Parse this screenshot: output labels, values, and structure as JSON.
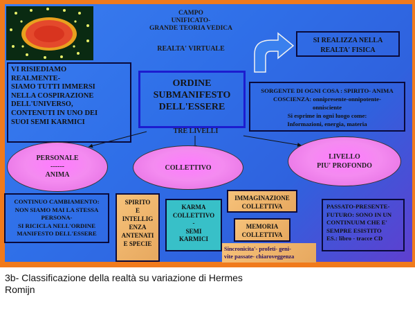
{
  "title": {
    "line1": "CAMPO",
    "line2": "UNIFICATO-",
    "line3": "GRANDE TEORIA VEDICA"
  },
  "virtual": "REALTA' VIRTUALE",
  "physical": {
    "line1": "SI REALIZZA NELLA",
    "line2": "REALTA' FISICA"
  },
  "left_box": {
    "line1": "VI RISIEDIAMO",
    "line2": "REALMENTE-",
    "line3": "SIAMO TUTTI IMMERSI",
    "line4": "NELLA COSPIRAZIONE",
    "line5": "DELL'UNIVERSO,",
    "line6": "CONTENUTI IN UNO DEI",
    "line7": "SUOI SEMI KARMICI"
  },
  "center_box": {
    "line1": "ORDINE",
    "line2": "SUBMANIFESTO",
    "line3": "DELL'ESSERE"
  },
  "source_box": {
    "line1": "SORGENTE DI OGNI COSA : SPIRITO- ANIMA",
    "line2": "COSCIENZA: onnipresente-onnipotente-",
    "line3": "onnisciente",
    "line4": "Si esprime in ogni luogo come:",
    "line5": "Informazioni, energia, materia"
  },
  "three_levels": "TRE LIVELLI",
  "ellipses": {
    "personal": {
      "line1": "PERSONALE",
      "line2": "------",
      "line3": "ANIMA"
    },
    "collective": "COLLETTIVO",
    "deep": {
      "line1": "LIVELLO",
      "line2": "PIU'  PROFONDO"
    }
  },
  "change_box": {
    "line1": "CONTINUO CAMBIAMENTO:",
    "line2": "NON SIAMO MAI LA STESSA",
    "line3": "PERSONA-",
    "line4": "SI  RICICLA NELL'ORDINE",
    "line5": "MANIFESTO DELL'ESSERE"
  },
  "spirit_box": {
    "line1": "SPIRITO",
    "line2": "E",
    "line3": "INTELLIG",
    "line4": "ENZA",
    "line5": "ANTENATI",
    "line6": "E SPECIE"
  },
  "karma_box": {
    "line1": "KARMA",
    "line2": "COLLETTIVO",
    "line3": "-",
    "line4": "SEMI",
    "line5": "KARMICI"
  },
  "imagination_box": {
    "line1": "IMMAGINAZIONE",
    "line2": "COLLETTIVA"
  },
  "memory_box": {
    "line1": "MEMORIA",
    "line2": "COLLETTIVA"
  },
  "sync_box": {
    "line1": "Sincronicita'- profeti- geni-",
    "line2": "vite passate- chiaroveggenza"
  },
  "time_box": {
    "line1": "PASSATO-PRESENTE-",
    "line2": "FUTURO: SONO IN UN",
    "line3": "CONTINUUM CHE  E'",
    "line4": "SEMPRE  ESISTITO",
    "line5": "ES.: libro - tracce CD"
  },
  "caption": {
    "line1": "3b- Classificazione della realtà su variazione di Hermes",
    "line2": "Romijn"
  },
  "colors": {
    "frame": "#f07a1c",
    "background": "#3070e8",
    "ellipse": "#f48bf0",
    "tan": "#e7a85f",
    "teal": "#38c0c8"
  }
}
